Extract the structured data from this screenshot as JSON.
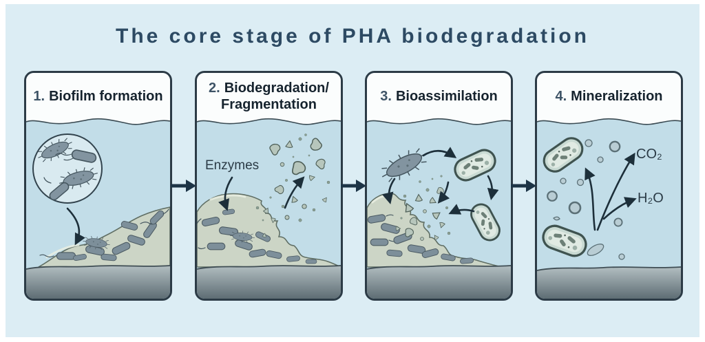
{
  "title": "The core stage of PHA biodegradation",
  "panels": [
    {
      "number": "1.",
      "title": "Biofilm formation",
      "title_line2": ""
    },
    {
      "number": "2.",
      "title": "Biodegradation/",
      "title_line2": "Fragmentation",
      "labels": {
        "enzymes": "Enzymes"
      }
    },
    {
      "number": "3.",
      "title": "Bioassimilation",
      "title_line2": ""
    },
    {
      "number": "4.",
      "title": "Mineralization",
      "title_line2": "",
      "labels": {
        "co2": "CO₂",
        "h2o": "H₂O"
      }
    }
  ],
  "colors": {
    "frame_bg": "#ffffff",
    "canvas_bg": "#dcedf4",
    "water": "#c2dde8",
    "panel_header": "#fbfdfd",
    "panel_border": "#2c3b46",
    "title_text": "#2d4a63",
    "panel_number": "#3d5366",
    "panel_title": "#16232e",
    "label_text": "#2b3b46",
    "arrow": "#1d2f3a",
    "flow_arrow": "#1d3446",
    "biofilm": "#ccd5c6",
    "bacteria": "#8294a0",
    "sediment_light": "#b2bec1",
    "sediment_dark": "#5e6d74"
  }
}
